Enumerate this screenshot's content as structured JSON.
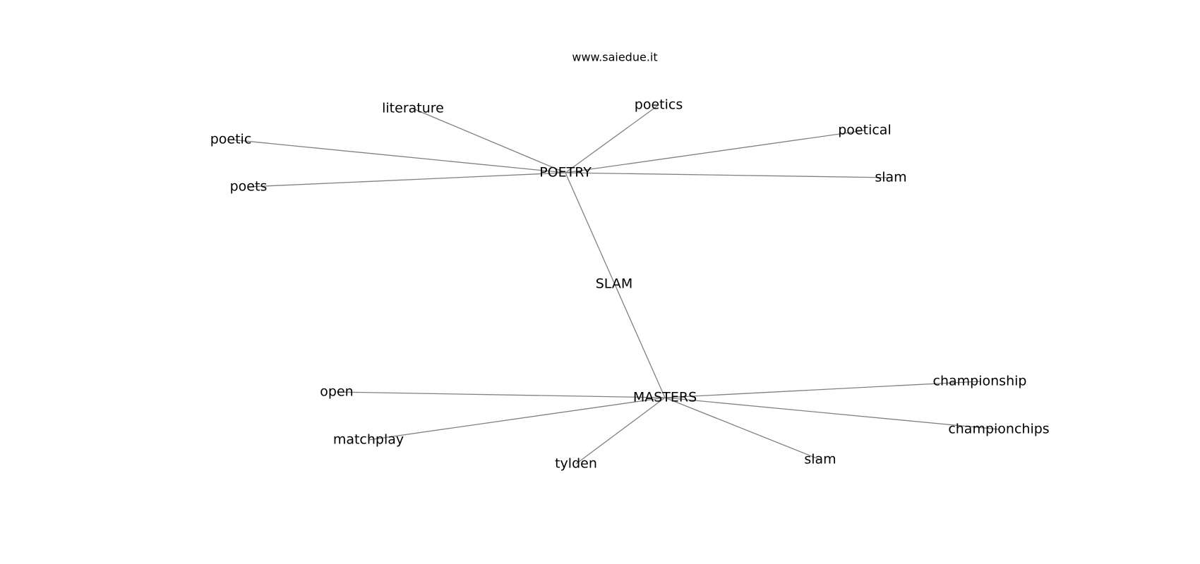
{
  "source": "www.saiedue.it",
  "colors": {
    "edge": "#808080",
    "text": "#000000",
    "background": "#ffffff"
  },
  "nodes": [
    {
      "id": "poetry",
      "label": "POETRY"
    },
    {
      "id": "masters",
      "label": "MASTERS"
    },
    {
      "id": "slam_center",
      "label": "SLAM"
    },
    {
      "id": "literature",
      "label": "literature"
    },
    {
      "id": "poetics",
      "label": "poetics"
    },
    {
      "id": "poetical",
      "label": "poetical"
    },
    {
      "id": "poetic",
      "label": "poetic"
    },
    {
      "id": "poets",
      "label": "poets"
    },
    {
      "id": "slam_poetry",
      "label": "slam"
    },
    {
      "id": "open",
      "label": "open"
    },
    {
      "id": "matchplay",
      "label": "matchplay"
    },
    {
      "id": "tylden",
      "label": "tylden"
    },
    {
      "id": "slam_masters",
      "label": "slam"
    },
    {
      "id": "championship",
      "label": "championship"
    },
    {
      "id": "championchips",
      "label": "championchips"
    }
  ],
  "edges": [
    [
      "poetry",
      "literature"
    ],
    [
      "poetry",
      "poetics"
    ],
    [
      "poetry",
      "poetical"
    ],
    [
      "poetry",
      "poetic"
    ],
    [
      "poetry",
      "poets"
    ],
    [
      "poetry",
      "slam_poetry"
    ],
    [
      "poetry",
      "masters"
    ],
    [
      "masters",
      "open"
    ],
    [
      "masters",
      "matchplay"
    ],
    [
      "masters",
      "tylden"
    ],
    [
      "masters",
      "slam_masters"
    ],
    [
      "masters",
      "championship"
    ],
    [
      "masters",
      "championchips"
    ]
  ]
}
